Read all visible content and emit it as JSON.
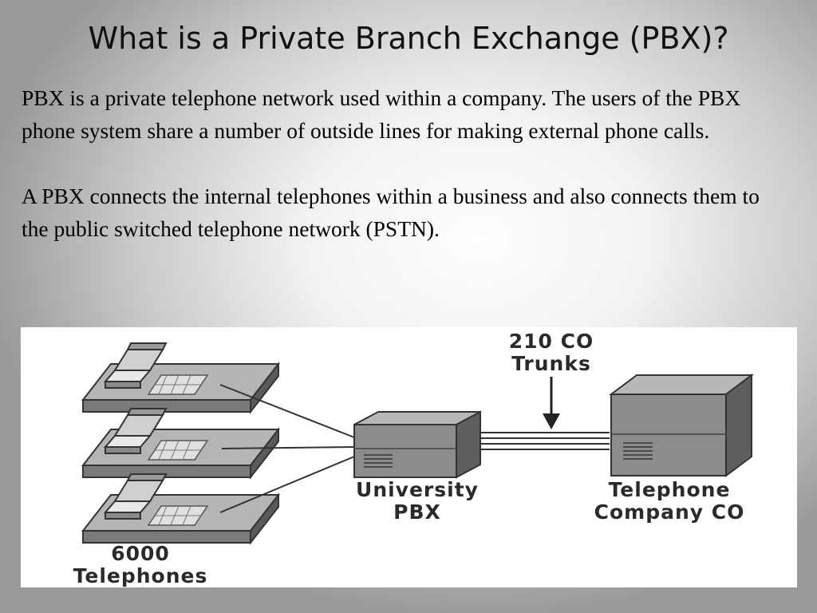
{
  "slide": {
    "title": "What is a Private Branch Exchange (PBX)?",
    "paragraphs": [
      "PBX is a private telephone network used within a company. The users of the PBX phone system share a number of outside lines for making external phone calls.",
      "A PBX connects the internal telephones within a business and also connects them to the public switched telephone network (PSTN)."
    ]
  },
  "diagram": {
    "trunks_label": [
      "210 CO",
      "Trunks"
    ],
    "pbx_label": [
      "University",
      "PBX"
    ],
    "co_label": [
      "Telephone",
      "Company CO"
    ],
    "phones_label": [
      "6000",
      "Telephones"
    ],
    "icons": [
      "telephone-icon",
      "telephone-icon",
      "telephone-icon",
      "pbx-switch-icon",
      "central-office-icon",
      "down-arrow-icon"
    ]
  }
}
